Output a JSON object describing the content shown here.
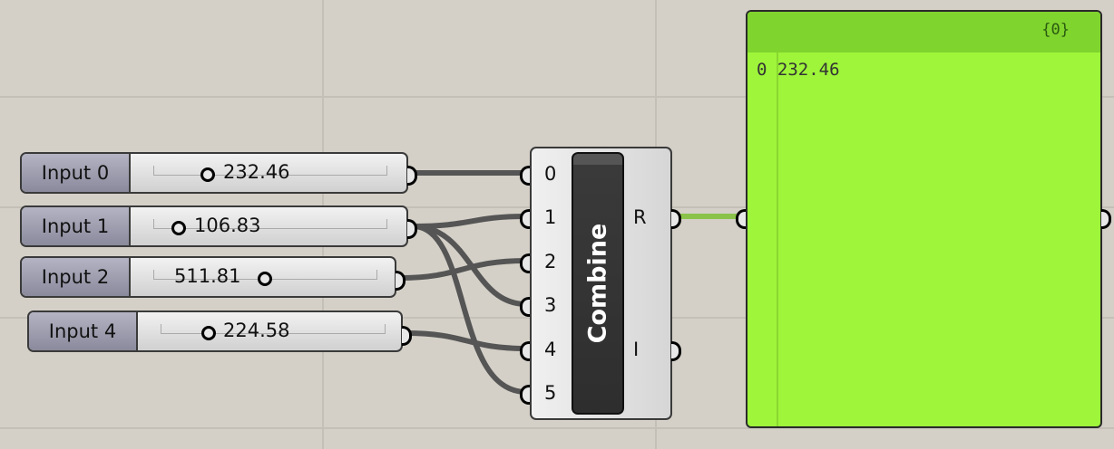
{
  "sliders": [
    {
      "label": "Input 0",
      "value": "232.46"
    },
    {
      "label": "Input 1",
      "value": "106.83"
    },
    {
      "label": "Input 2",
      "value": "511.81"
    },
    {
      "label": "Input 4",
      "value": "224.58"
    }
  ],
  "component": {
    "title": "Combine",
    "inputs": [
      "0",
      "1",
      "2",
      "3",
      "4",
      "5"
    ],
    "outputs": [
      "R",
      "I"
    ]
  },
  "panel": {
    "path": "{0}",
    "index": "0",
    "value": "232.46"
  },
  "colors": {
    "canvas": "#d4d0c8",
    "panel": "#9ef53a",
    "panel_header": "#80d42e",
    "wire": "#555555",
    "wire_active": "#8bc34a"
  }
}
